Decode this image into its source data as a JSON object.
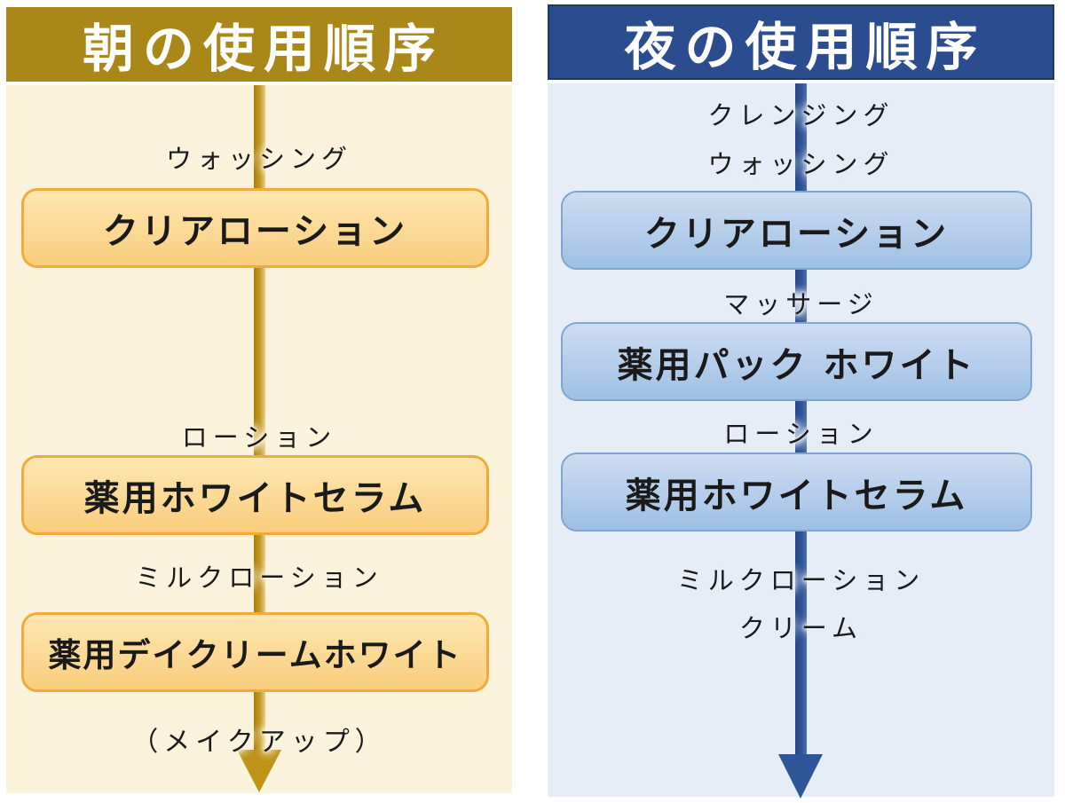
{
  "colors": {
    "morning-header-bg": "#a98718",
    "morning-body-bg": "#fbf3dc",
    "morning-box-border": "#f0ab3c",
    "morning-box-top": "#fde7b2",
    "morning-box-bottom": "#f9cd7c",
    "morning-arrow-dark": "#a87f0a",
    "morning-arrow-mid": "#c49b25",
    "morning-arrow-light": "#ecd18a",
    "morning-arrowhead": "#bf9318",
    "night-header-bg": "#2b4c8e",
    "night-header-border": "#1f3864",
    "night-body-bg": "#e6edf7",
    "night-box-border": "#7ea6d3",
    "night-box-top": "#cdddf1",
    "night-box-bottom": "#9fc0e4",
    "night-arrow-dark": "#27488a",
    "night-arrow-mid": "#2e5597",
    "night-arrow-light": "#4a6dab",
    "ink": "#1a1a1a",
    "header-text": "#ffffff"
  },
  "morning": {
    "title": "朝の使用順序",
    "steps": [
      {
        "kind": "label",
        "text": "ウォッシング"
      },
      {
        "kind": "box",
        "text": "クリアローション"
      },
      {
        "kind": "label",
        "text": "ローション"
      },
      {
        "kind": "box",
        "text": "薬用ホワイトセラム"
      },
      {
        "kind": "label",
        "text": "ミルクローション"
      },
      {
        "kind": "box",
        "text": "薬用デイクリームホワイト"
      },
      {
        "kind": "label",
        "text": "（メイクアップ）"
      }
    ]
  },
  "night": {
    "title": "夜の使用順序",
    "steps": [
      {
        "kind": "label",
        "text": "クレンジング"
      },
      {
        "kind": "label",
        "text": "ウォッシング"
      },
      {
        "kind": "box",
        "text": "クリアローション"
      },
      {
        "kind": "label",
        "text": "マッサージ"
      },
      {
        "kind": "box",
        "text": "薬用パック ホワイト"
      },
      {
        "kind": "label",
        "text": "ローション"
      },
      {
        "kind": "box",
        "text": "薬用ホワイトセラム"
      },
      {
        "kind": "label",
        "text": "ミルクローション"
      },
      {
        "kind": "label",
        "text": "クリーム"
      }
    ]
  }
}
